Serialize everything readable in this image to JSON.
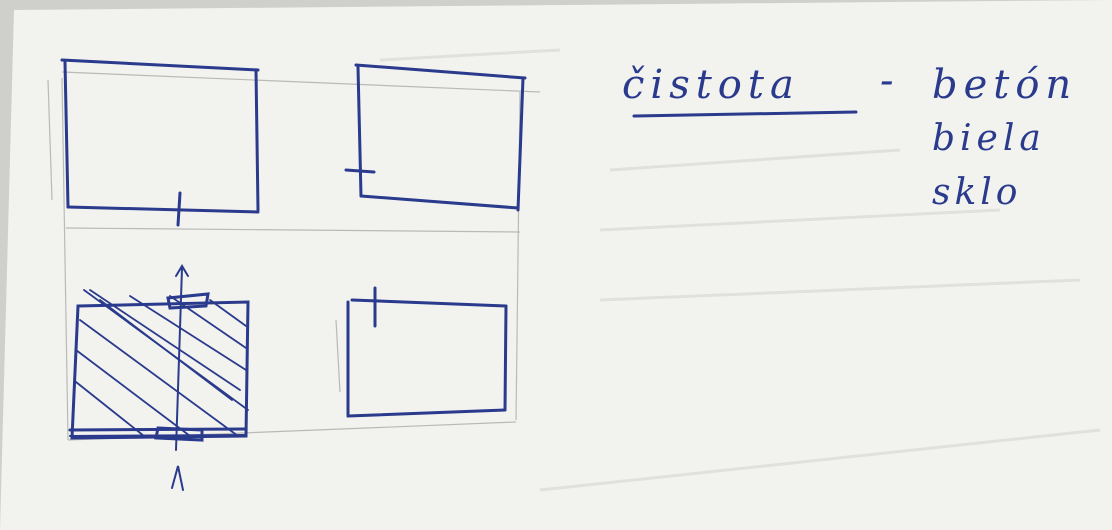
{
  "notes": {
    "heading": "čistota",
    "separator": "-",
    "materials": [
      "betón",
      "biela",
      "sklo"
    ]
  },
  "colors": {
    "ink": "#2a3a8c",
    "paper": "#f2f2ef",
    "pencil": "#b9bab6",
    "shadow": "#c9cac6"
  }
}
